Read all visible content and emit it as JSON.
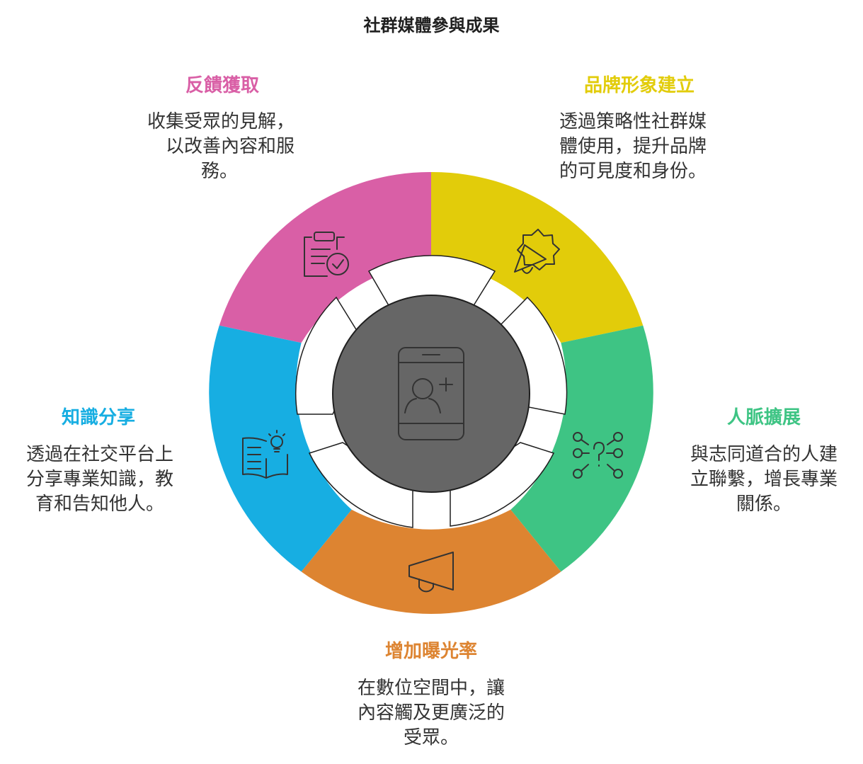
{
  "title": "社群媒體參與成果",
  "colors": {
    "feedback": "#d95fa6",
    "brand": "#e2cc0a",
    "network": "#3ec484",
    "exposure": "#dd8431",
    "knowledge": "#17aee2",
    "center": "#666666",
    "icon_stroke": "#333333"
  },
  "center": {
    "icon": "smartphone-add-user-icon"
  },
  "segments": {
    "feedback": {
      "heading": "反饋獲取",
      "lines": [
        "收集受眾的見解，",
        "以改善內容和服",
        "務。"
      ],
      "icon": "clipboard-check-icon"
    },
    "brand": {
      "heading": "品牌形象建立",
      "lines": [
        "透過策略性社群媒",
        "體使用，提升品牌",
        "的可見度和身份。"
      ],
      "icon": "megaphone-badge-icon"
    },
    "network": {
      "heading": "人脈擴展",
      "lines": [
        "與志同道合的人建",
        "立聯繫，增長專業",
        "關係。"
      ],
      "icon": "network-question-icon"
    },
    "exposure": {
      "heading": "增加曝光率",
      "lines": [
        "在數位空間中，讓",
        "內容觸及更廣泛的",
        "受眾。"
      ],
      "icon": "megaphone-icon"
    },
    "knowledge": {
      "heading": "知識分享",
      "lines": [
        "透過在社交平台上",
        "分享專業知識，教",
        "育和告知他人。"
      ],
      "icon": "book-lightbulb-icon"
    }
  }
}
